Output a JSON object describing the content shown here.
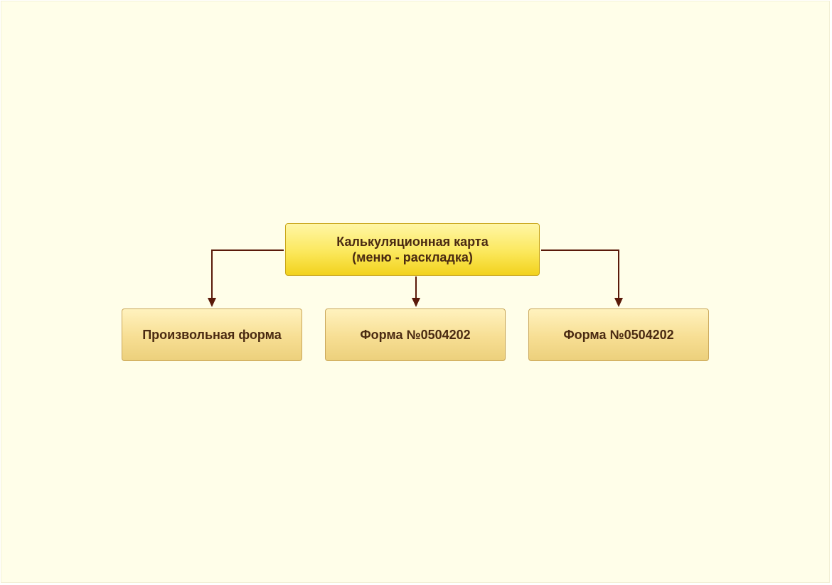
{
  "diagram": {
    "root": {
      "line1": "Калькуляционная карта",
      "line2": "(меню - раскладка)"
    },
    "children": [
      {
        "label": "Произвольная форма"
      },
      {
        "label": "Форма №0504202"
      },
      {
        "label": "Форма №0504202"
      }
    ]
  },
  "colors": {
    "canvas_background": "#fffee9",
    "connector": "#5a1a0a",
    "text": "#4a2a12"
  }
}
